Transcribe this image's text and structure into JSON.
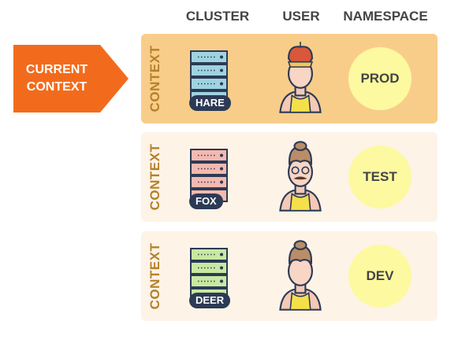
{
  "headers": {
    "cluster": "CLUSTER",
    "user": "USER",
    "namespace": "NAMESPACE"
  },
  "current_context_label": "CURRENT CONTEXT",
  "rows": [
    {
      "context_label": "CONTEXT",
      "cluster": "HARE",
      "namespace": "PROD",
      "user_type": "king",
      "server_color": "#9fd3e0",
      "current": true
    },
    {
      "context_label": "CONTEXT",
      "cluster": "FOX",
      "namespace": "TEST",
      "user_type": "glasses-mustache",
      "server_color": "#f4b9b0",
      "current": false
    },
    {
      "context_label": "CONTEXT",
      "cluster": "DEER",
      "namespace": "DEV",
      "user_type": "plain",
      "server_color": "#c9e8a0",
      "current": false
    }
  ],
  "colors": {
    "arrow": "#f26b1d",
    "current_row": "#f8cd8a",
    "row": "#fdf3e7",
    "namespace_circle": "#fdf9a0"
  }
}
